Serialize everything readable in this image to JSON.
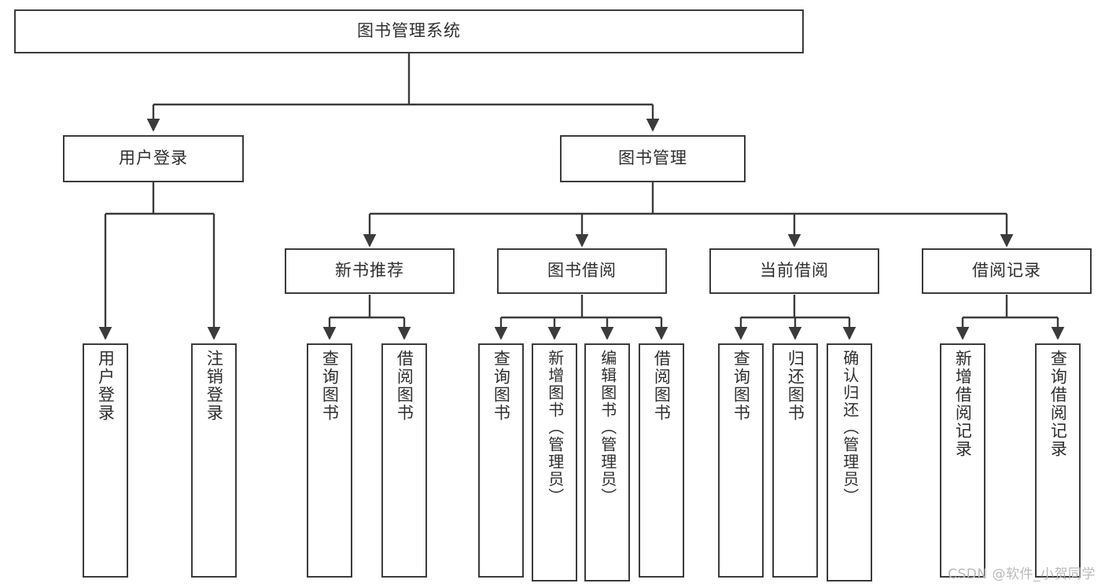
{
  "diagram": {
    "title": "图书管理系统",
    "type": "hierarchical-tree",
    "colors": {
      "stroke": "#3b3b3b",
      "fill": "#ffffff",
      "text": "#2e2e2e",
      "watermark": "#b9b9b9",
      "background": "#ffffff"
    },
    "levels": {
      "root": {
        "label": "图书管理系统"
      },
      "level2": [
        {
          "id": "user-login",
          "label": "用户登录"
        },
        {
          "id": "book-management",
          "label": "图书管理"
        }
      ],
      "level3": [
        {
          "id": "new-book-recommend",
          "label": "新书推荐",
          "parent": "book-management"
        },
        {
          "id": "book-borrow",
          "label": "图书借阅",
          "parent": "book-management"
        },
        {
          "id": "current-borrow",
          "label": "当前借阅",
          "parent": "book-management"
        },
        {
          "id": "borrow-record",
          "label": "借阅记录",
          "parent": "book-management"
        }
      ],
      "leaves": {
        "user_login": [
          {
            "id": "leaf-user-login",
            "label": "用户登录"
          },
          {
            "id": "leaf-logout-login",
            "label": "注销登录"
          }
        ],
        "new_book_recommend": [
          {
            "id": "leaf-query-book-1",
            "label": "查询图书"
          },
          {
            "id": "leaf-borrow-book-1",
            "label": "借阅图书"
          }
        ],
        "book_borrow": [
          {
            "id": "leaf-query-book-2",
            "label": "查询图书"
          },
          {
            "id": "leaf-add-book",
            "label": "新增图书（管理员）"
          },
          {
            "id": "leaf-edit-book",
            "label": "编辑图书（管理员）"
          },
          {
            "id": "leaf-borrow-book-2",
            "label": "借阅图书"
          }
        ],
        "current_borrow": [
          {
            "id": "leaf-query-book-3",
            "label": "查询图书"
          },
          {
            "id": "leaf-return-book",
            "label": "归还图书"
          },
          {
            "id": "leaf-confirm-return",
            "label": "确认归还（管理员）"
          }
        ],
        "borrow_record": [
          {
            "id": "leaf-add-record",
            "label": "新增借阅记录"
          },
          {
            "id": "leaf-query-record",
            "label": "查询借阅记录"
          }
        ]
      }
    }
  },
  "watermark": {
    "text": "CSDN @软件_小贺同学"
  }
}
